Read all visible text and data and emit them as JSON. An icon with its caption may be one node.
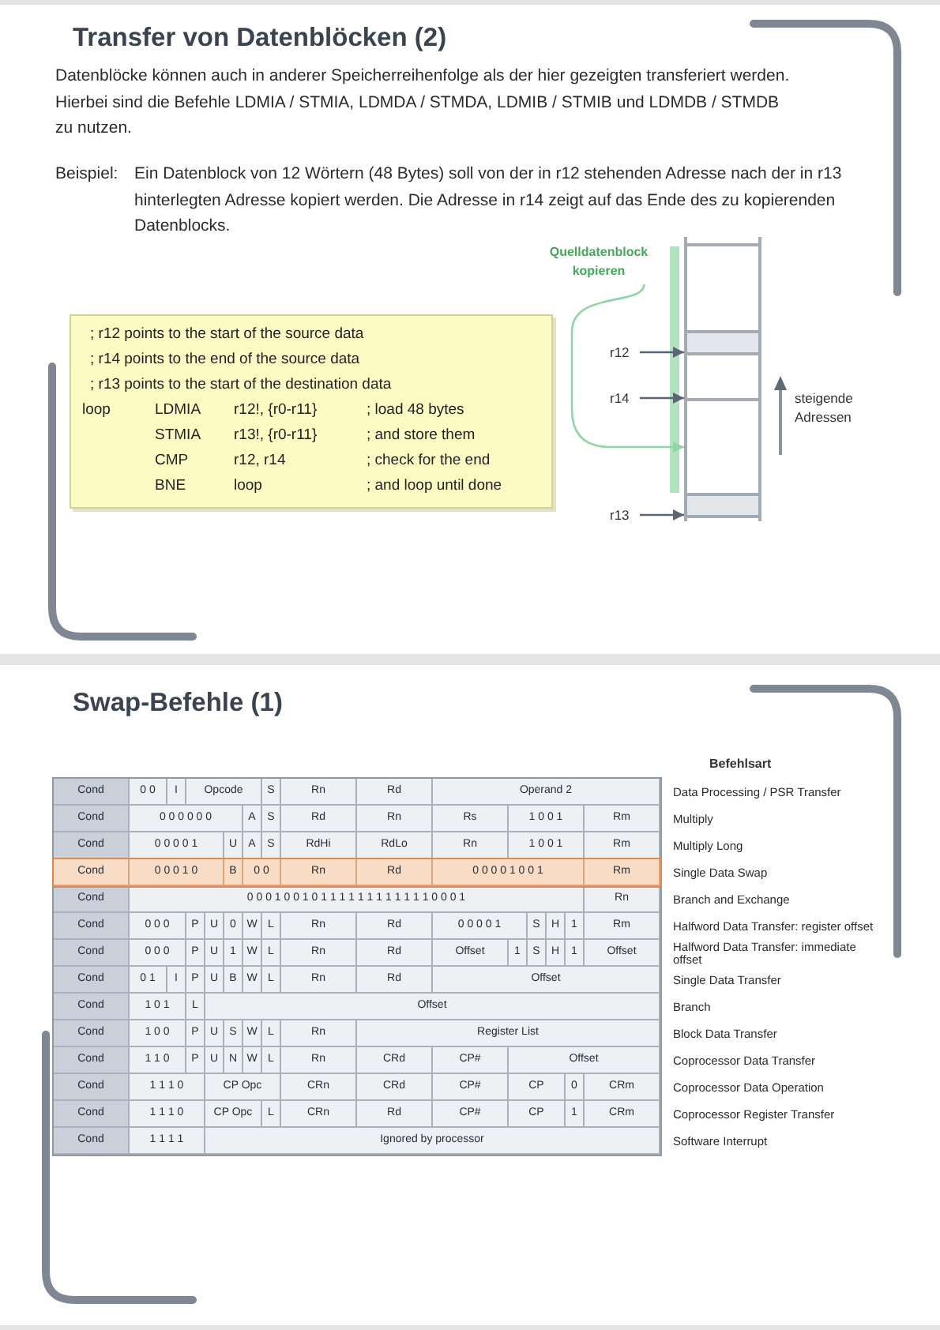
{
  "diagram": {
    "nodes": [
      {
        "text": [
          "; r12 points to the start of the source data",
          "; r14 points to the end of the source data",
          "; r13 points to the start of the destination data",
          "loop",
          "LDMIA",
          "r12!, {r0-r11}",
          "; load 48 bytes",
          "STMIA",
          "r13!, {r0-r11}",
          "; and store them",
          "CMP",
          "r12, r14",
          "; check for the end",
          "BNE",
          "loop",
          "; and loop until done"
        ]
      },
      {
        "text": [
          "Quelldatenblock kopieren"
        ]
      },
      {
        "text": [],
        "shape": "box"
      },
      {
        "text": [
          "r12"
        ]
      },
      {
        "text": [
          "r14"
        ]
      },
      {
        "text": [
          "r13"
        ]
      }
    ],
    "edges": [
      {
        "from": 1,
        "to": 2,
        "arrow": "to",
        "color": "#8fd6a4"
      },
      {
        "from": 3,
        "to": 2,
        "arrow": "to"
      },
      {
        "from": 4,
        "to": 2,
        "arrow": "to"
      },
      {
        "from": 5,
        "to": 2,
        "arrow": "to"
      }
    ],
    "labels": [
      "Transfer von Datenblöcken (2)",
      "Datenblöcke können auch in anderer Speicherreihenfolge als der hier gezeigten transferiert werden. Hierbei sind die Befehle LDMIA / STMIA, LDMDA / STMDA, LDMIB / STMIB und LDMDB / STMDB zu nutzen.",
      "Beispiel:",
      "Ein Datenblock von 12 Wörtern (48 Bytes) soll von der in r12 stehenden Adresse nach der in r13 hinterlegten Adresse kopiert werden. Die Adresse in r14 zeigt auf das Ende des zu kopierenden Datenblocks.",
      "steigende Adressen",
      "Swap-Befehle (1)",
      "Befehlsart",
      "Cond",
      "0 0",
      "I",
      "Opcode",
      "S",
      "Rn",
      "Rd",
      "Operand 2",
      "Data Processing / PSR Transfer",
      "Cond",
      "0 0 0 0 0 0",
      "A",
      "S",
      "Rd",
      "Rn",
      "Rs",
      "1 0 0 1",
      "Rm",
      "Multiply",
      "Cond",
      "0 0 0 0 1",
      "U",
      "A",
      "S",
      "RdHi",
      "RdLo",
      "Rn",
      "1 0 0 1",
      "Rm",
      "Multiply Long",
      "Cond",
      "0 0 0 1 0",
      "B",
      "0 0",
      "Rn",
      "Rd",
      "0 0 0 0 1 0 0 1",
      "Rm",
      "Single Data Swap",
      "Cond",
      "0 0 0 1 0 0 1 0 1 1 1 1 1 1 1 1 1 1 1 1 0 0 0 1",
      "Rn",
      "Branch and Exchange",
      "Cond",
      "0 0 0",
      "P",
      "U",
      "0",
      "W",
      "L",
      "Rn",
      "Rd",
      "0 0 0 0 1",
      "S",
      "H",
      "1",
      "Rm",
      "Halfword Data Transfer: register offset",
      "Cond",
      "0 0 0",
      "P",
      "U",
      "1",
      "W",
      "L",
      "Rn",
      "Rd",
      "Offset",
      "1",
      "S",
      "H",
      "1",
      "Offset",
      "Halfword Data Transfer: immediate offset",
      "Cond",
      "0 1",
      "I",
      "P",
      "U",
      "B",
      "W",
      "L",
      "Rn",
      "Rd",
      "Offset",
      "Single Data Transfer",
      "Cond",
      "1 0 1",
      "L",
      "Offset",
      "Branch",
      "Cond",
      "1 0 0",
      "P",
      "U",
      "S",
      "W",
      "L",
      "Rn",
      "Register List",
      "Block Data Transfer",
      "Cond",
      "1 1 0",
      "P",
      "U",
      "N",
      "W",
      "L",
      "Rn",
      "CRd",
      "CP#",
      "Offset",
      "Coprocessor Data Transfer",
      "Cond",
      "1 1 1 0",
      "CP Opc",
      "CRn",
      "CRd",
      "CP#",
      "CP",
      "0",
      "CRm",
      "Coprocessor Data Operation",
      "Cond",
      "1 1 1 0",
      "CP Opc",
      "L",
      "CRn",
      "Rd",
      "CP#",
      "CP",
      "1",
      "CRm",
      "Coprocessor Register Transfer",
      "Cond",
      "1 1 1 1",
      "Ignored by processor",
      "Software Interrupt"
    ]
  }
}
